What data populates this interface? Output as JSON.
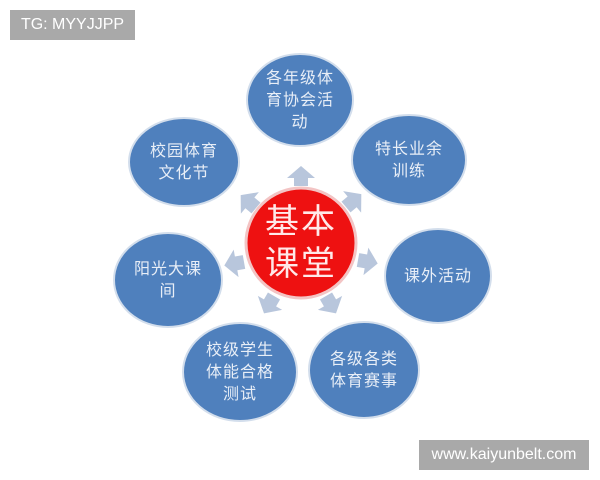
{
  "watermarks": {
    "top_left": "TG: MYYJJPP",
    "bottom_right": "www.kaiyunbelt.com"
  },
  "colors": {
    "node_fill": "#4f80bd",
    "node_stroke": "#c9d6e8",
    "center_fill": "#ee1111",
    "arrow_fill": "#b8c6dc",
    "text_light": "#e8eef7"
  },
  "center": {
    "label": "基本\n课堂"
  },
  "nodes": [
    {
      "id": "top",
      "label": "各年级体\n育协会活\n动"
    },
    {
      "id": "upper-right",
      "label": "特长业余\n训练"
    },
    {
      "id": "right",
      "label": "课外活动"
    },
    {
      "id": "lower-right",
      "label": "各级各类\n体育赛事"
    },
    {
      "id": "lower-left",
      "label": "校级学生\n体能合格\n测试"
    },
    {
      "id": "left",
      "label": "阳光大课\n间"
    },
    {
      "id": "upper-left",
      "label": "校园体育\n文化节"
    }
  ]
}
